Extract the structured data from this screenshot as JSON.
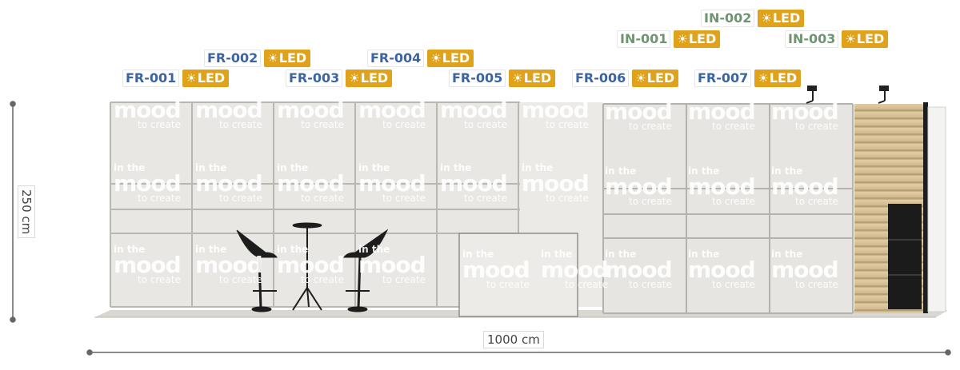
{
  "labels": [
    {
      "id": "fr-001",
      "code": "FR-001",
      "led": "LED",
      "kind": "fr"
    },
    {
      "id": "fr-002",
      "code": "FR-002",
      "led": "LED",
      "kind": "fr"
    },
    {
      "id": "fr-003",
      "code": "FR-003",
      "led": "LED",
      "kind": "fr"
    },
    {
      "id": "fr-004",
      "code": "FR-004",
      "led": "LED",
      "kind": "fr"
    },
    {
      "id": "fr-005",
      "code": "FR-005",
      "led": "LED",
      "kind": "fr"
    },
    {
      "id": "fr-006",
      "code": "FR-006",
      "led": "LED",
      "kind": "fr"
    },
    {
      "id": "fr-007",
      "code": "FR-007",
      "led": "LED",
      "kind": "fr"
    },
    {
      "id": "in-001",
      "code": "IN-001",
      "led": "LED",
      "kind": "in"
    },
    {
      "id": "in-002",
      "code": "IN-002",
      "led": "LED",
      "kind": "in"
    },
    {
      "id": "in-003",
      "code": "IN-003",
      "led": "LED",
      "kind": "in"
    }
  ],
  "panel_text": {
    "line1": "in the",
    "line2": "mood",
    "line3": "to create"
  },
  "dimensions": {
    "height": "250 cm",
    "width": "1000 cm"
  },
  "colors": {
    "fr_code": "#3b64a3",
    "in_code": "#6f9470",
    "led_badge": "#e0a21a",
    "panel": "#e9e8e4",
    "wood": "#d8c39a"
  },
  "icons": {
    "led": "sun-icon"
  }
}
